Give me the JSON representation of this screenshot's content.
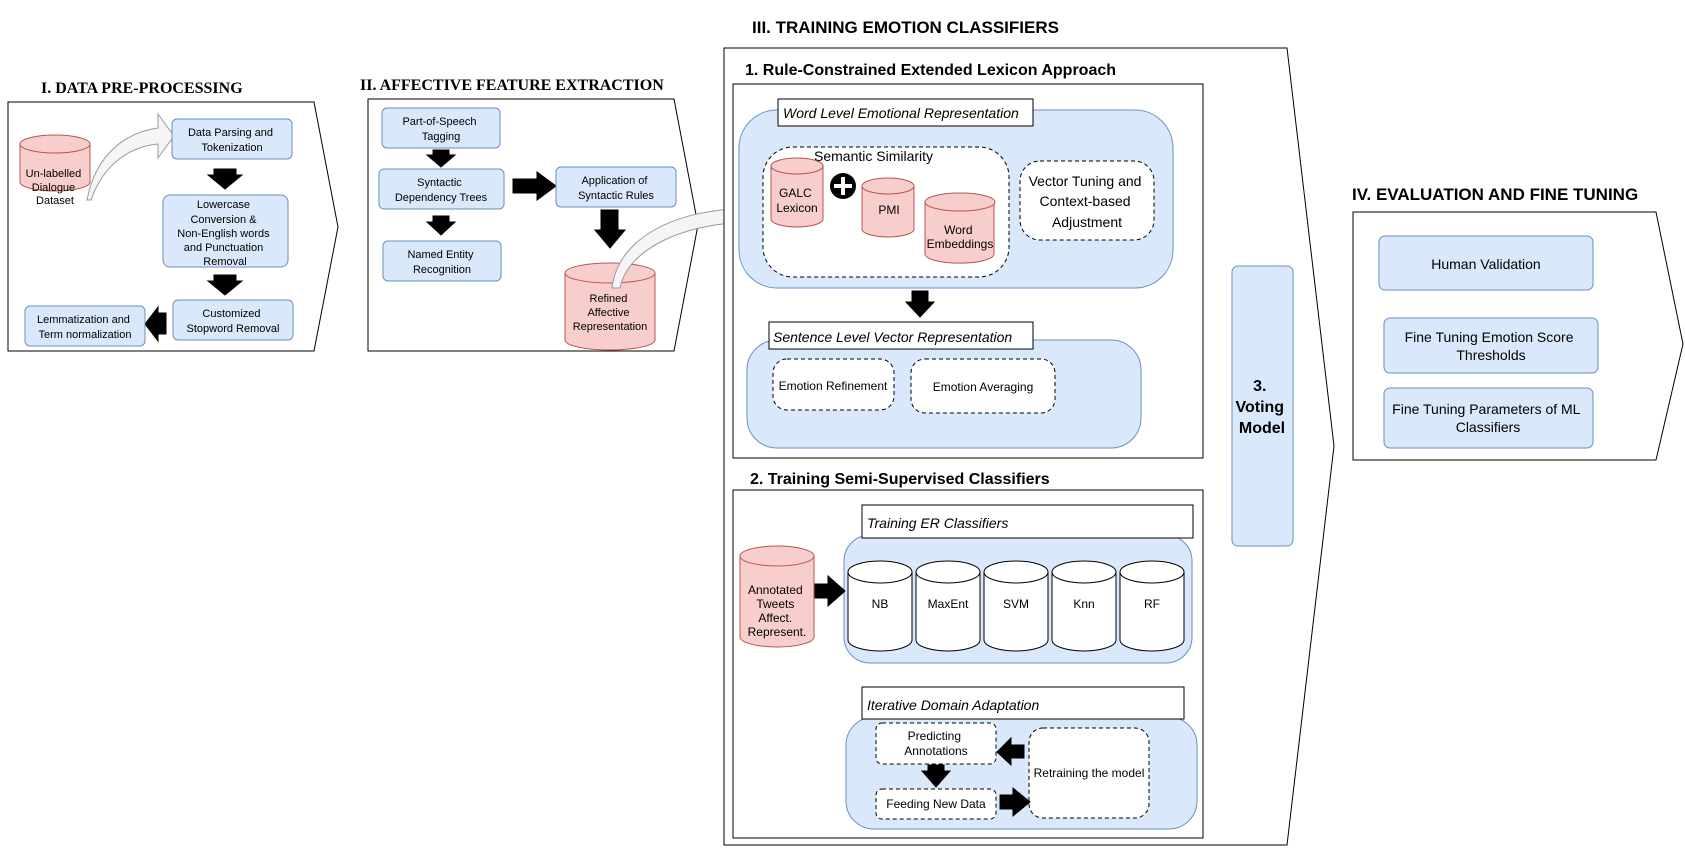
{
  "sections": {
    "preprocessing": "I. DATA PRE-PROCESSING",
    "affective": "II. AFFECTIVE FEATURE EXTRACTION",
    "training": "III. TRAINING EMOTION CLASSIFIERS",
    "evaluation": "IV.  EVALUATION AND FINE TUNING"
  },
  "preprocessing": {
    "dataset": [
      "Un-labelled",
      "Dialogue",
      "Dataset"
    ],
    "parsing": [
      "Data Parsing and",
      "Tokenization"
    ],
    "lowercase": [
      "Lowercase",
      "Conversion &",
      "Non-English words",
      "and Punctuation",
      "Removal"
    ],
    "stopword": [
      "Customized",
      "Stopword Removal"
    ],
    "lemmatization": [
      "Lemmatization and",
      "Term normalization"
    ]
  },
  "affective": {
    "pos": [
      "Part-of-Speech",
      "Tagging"
    ],
    "dependency": [
      "Syntactic",
      "Dependency Trees"
    ],
    "ner": [
      "Named Entity",
      "Recognition"
    ],
    "rules": [
      "Application of",
      "Syntactic Rules"
    ],
    "refined": [
      "Refined",
      "Affective",
      "Representation"
    ]
  },
  "lexicon": {
    "title": "1. Rule-Constrained Extended Lexicon Approach",
    "word_level": "Word Level Emotional Representation",
    "semantic": "Semantic Similarity",
    "galc": [
      "GALC",
      "Lexicon"
    ],
    "pmi": "PMI",
    "embeddings": [
      "Word",
      "Embeddings"
    ],
    "vector_tuning": [
      "Vector Tuning and",
      "Context-based",
      "Adjustment"
    ],
    "sentence_level": "Sentence Level Vector Representation",
    "refinement": "Emotion Refinement",
    "averaging": "Emotion Averaging"
  },
  "semi": {
    "title": "2. Training Semi-Supervised Classifiers",
    "training_er": "Training ER Classifiers",
    "annotated": [
      "Annotated",
      "Tweets",
      "Affect.",
      "Represent."
    ],
    "classifiers": [
      "NB",
      "MaxEnt",
      "SVM",
      "Knn",
      "RF"
    ],
    "iterative": "Iterative Domain Adaptation",
    "predicting": [
      "Predicting",
      "Annotations"
    ],
    "feeding": "Feeding New Data",
    "retraining": "Retraining the model"
  },
  "voting": [
    "3.",
    "Voting",
    "Model"
  ],
  "evaluation": {
    "human": "Human Validation",
    "thresholds": [
      "Fine Tuning Emotion Score",
      "Thresholds"
    ],
    "params": [
      "Fine Tuning Parameters of ML",
      "Classifiers"
    ]
  },
  "colors": {
    "blue_fill": "#dae8fc",
    "blue_stroke": "#6c8ebf",
    "pink_fill": "#f8cecc",
    "pink_stroke": "#b85450"
  }
}
